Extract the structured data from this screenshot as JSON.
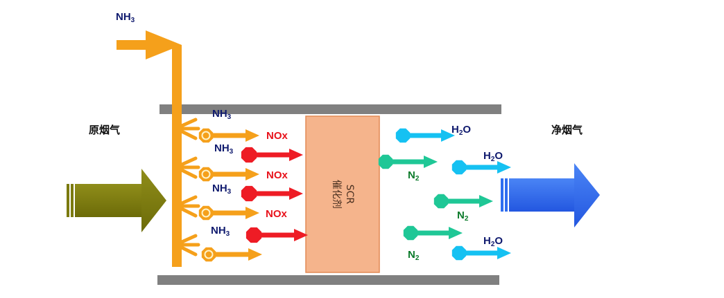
{
  "colors": {
    "ammonia": "#f5a01b",
    "nox": "#ee1c25",
    "nitrogen": "#1fc796",
    "water": "#15c1f2",
    "raw_gas": "#7b7a0f",
    "clean_gas": "#2f6ef0",
    "duct": "#808080",
    "catalyst": "#f5b48c"
  },
  "labels": {
    "nh3_top": {
      "main": "NH",
      "sub": "3"
    },
    "raw_gas": "原烟气",
    "clean_gas": "净烟气",
    "catalyst_line1": "SCR",
    "catalyst_line2": "催化剂",
    "nh3": {
      "main": "NH",
      "sub": "3"
    },
    "nox": "NOx",
    "n2": {
      "main": "N",
      "sub": "2"
    },
    "h2o": {
      "pre": "H",
      "sub": "2",
      "post": "O"
    }
  }
}
